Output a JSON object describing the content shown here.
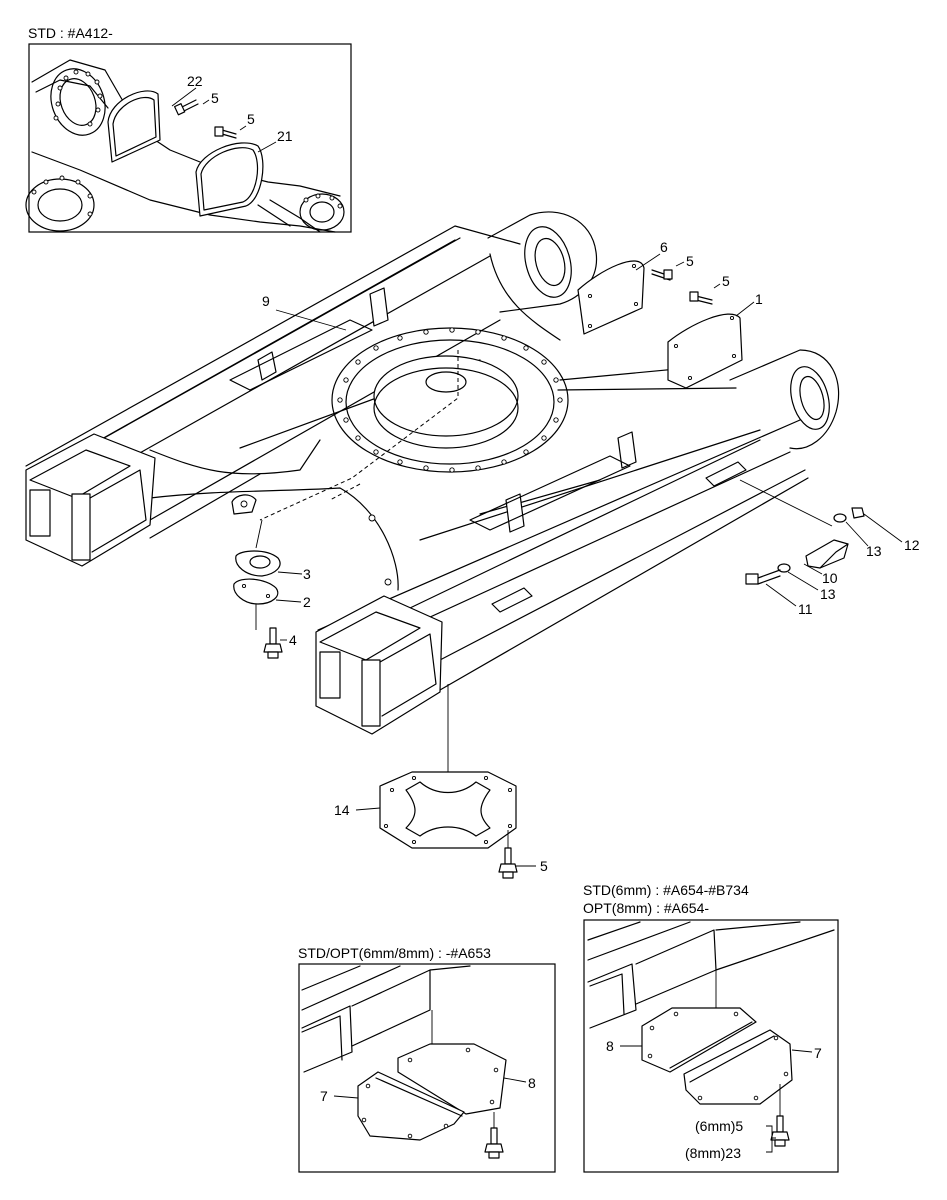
{
  "captions": {
    "inset_top": "STD : #A412-",
    "inset_mid": "STD/OPT(6mm/8mm) : -#A653",
    "inset_right_line1": "STD(6mm) : #A654-#B734",
    "inset_right_line2": "OPT(8mm) : #A654-"
  },
  "callouts": {
    "c1": "1",
    "c2": "2",
    "c3": "3",
    "c4": "4",
    "c5a": "5",
    "c5b": "5",
    "c5c": "5",
    "c5d": "5",
    "c5e": "5",
    "c6": "6",
    "c9": "9",
    "c10": "10",
    "c11": "11",
    "c12": "12",
    "c13a": "13",
    "c13b": "13",
    "c14": "14",
    "c21": "21",
    "c22": "22",
    "m7": "7",
    "m8": "8",
    "r7": "7",
    "r8": "8",
    "r5": "(6mm)5",
    "r23": "(8mm)23"
  }
}
